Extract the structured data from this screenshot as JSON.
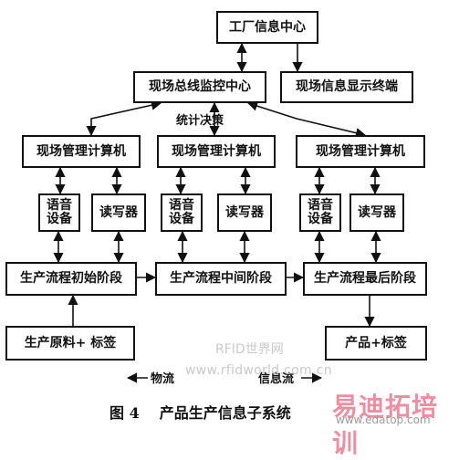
{
  "diagram": {
    "nodes": {
      "factory_center": "工厂信息中心",
      "bus_monitor": "现场总线监控中心",
      "display_terminal": "现场信息显示终端",
      "mgmt_computer_1": "现场管理计算机",
      "mgmt_computer_2": "现场管理计算机",
      "mgmt_computer_3": "现场管理计算机",
      "voice_1": "语音\n设备",
      "voice_2": "语音\n设备",
      "voice_3": "语音\n设备",
      "rw_1": "读写器",
      "rw_2": "读写器",
      "rw_3": "读写器",
      "stage_initial": "生产流程初始阶段",
      "stage_middle": "生产流程中间阶段",
      "stage_final": "生产流程最后阶段",
      "raw_material": "生产原料+ 标签",
      "product": "产品+标签"
    },
    "edge_labels": {
      "statistics": "统计决策",
      "material_flow": "物流",
      "info_flow": "信息流"
    }
  },
  "caption": {
    "number": "图 4",
    "title": "产品生产信息子系统"
  },
  "watermarks": {
    "rfid_cn": "RFID世界网",
    "rfid_url": "www.rfidworld.com.cn",
    "edatop_cn": "易迪拓培训",
    "edatop_url": "www.edatop.com"
  }
}
